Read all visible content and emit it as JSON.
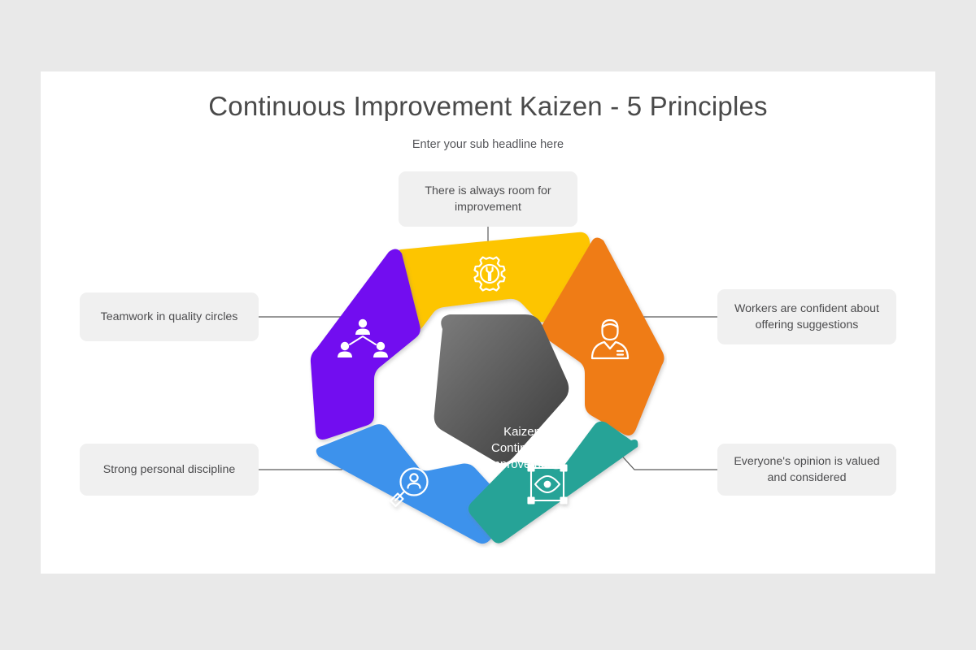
{
  "slide": {
    "title": "Continuous Improvement Kaizen - 5 Principles",
    "subtitle": "Enter your sub headline here",
    "background_color": "#e9e9e9",
    "canvas_color": "#ffffff"
  },
  "center": {
    "line1": "Kaizen",
    "line2": "Continuous",
    "line3": "Improvement",
    "color_from": "#777777",
    "color_to": "#3c3c3c",
    "text_color": "#ffffff"
  },
  "segments": [
    {
      "id": "top",
      "label": "There is always room for improvement",
      "color": "#fdc500",
      "icon": "gear-wrench-icon",
      "position": "top"
    },
    {
      "id": "left-upper",
      "label": "Teamwork in quality circles",
      "color": "#7209f0",
      "icon": "team-group-icon",
      "position": "left"
    },
    {
      "id": "right-upper",
      "label": "Workers are confident about offering suggestions",
      "color": "#ef7b16",
      "icon": "worker-person-icon",
      "position": "right"
    },
    {
      "id": "left-lower",
      "label": "Strong personal discipline",
      "color": "#3c92ec",
      "icon": "magnifier-person-icon",
      "position": "bottom-left"
    },
    {
      "id": "right-lower",
      "label": "Everyone's opinion is valued and considered",
      "color": "#25a397",
      "icon": "eye-frame-icon",
      "position": "bottom-right"
    }
  ],
  "connector": {
    "color": "#5a5a5a",
    "width": 1.2
  }
}
